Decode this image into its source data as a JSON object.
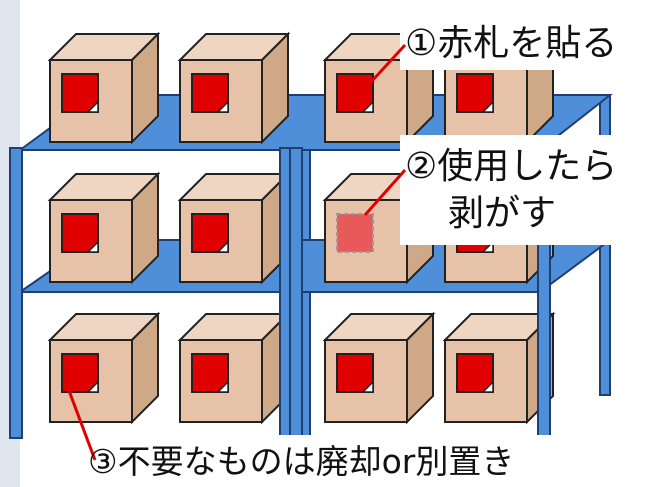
{
  "labels": {
    "step1": "①赤札を貼る",
    "step2_line1": "②使用したら",
    "step2_line2": "剥がす",
    "step3": "③不要なものは廃却or別置き"
  },
  "colors": {
    "background_tint": "#dfe5ee",
    "shelf_blue": "#4f8fd9",
    "shelf_dark": "#1f3f73",
    "box_face": "#e6c2a8",
    "box_side": "#cfa888",
    "box_top": "#efd6c3",
    "red_tag": "#e00000",
    "faded_tag": "#e8595a",
    "leader_red": "#e00000"
  },
  "icons": {
    "red_tag": "red-tag-icon",
    "faded_tag": "removed-tag-icon"
  }
}
